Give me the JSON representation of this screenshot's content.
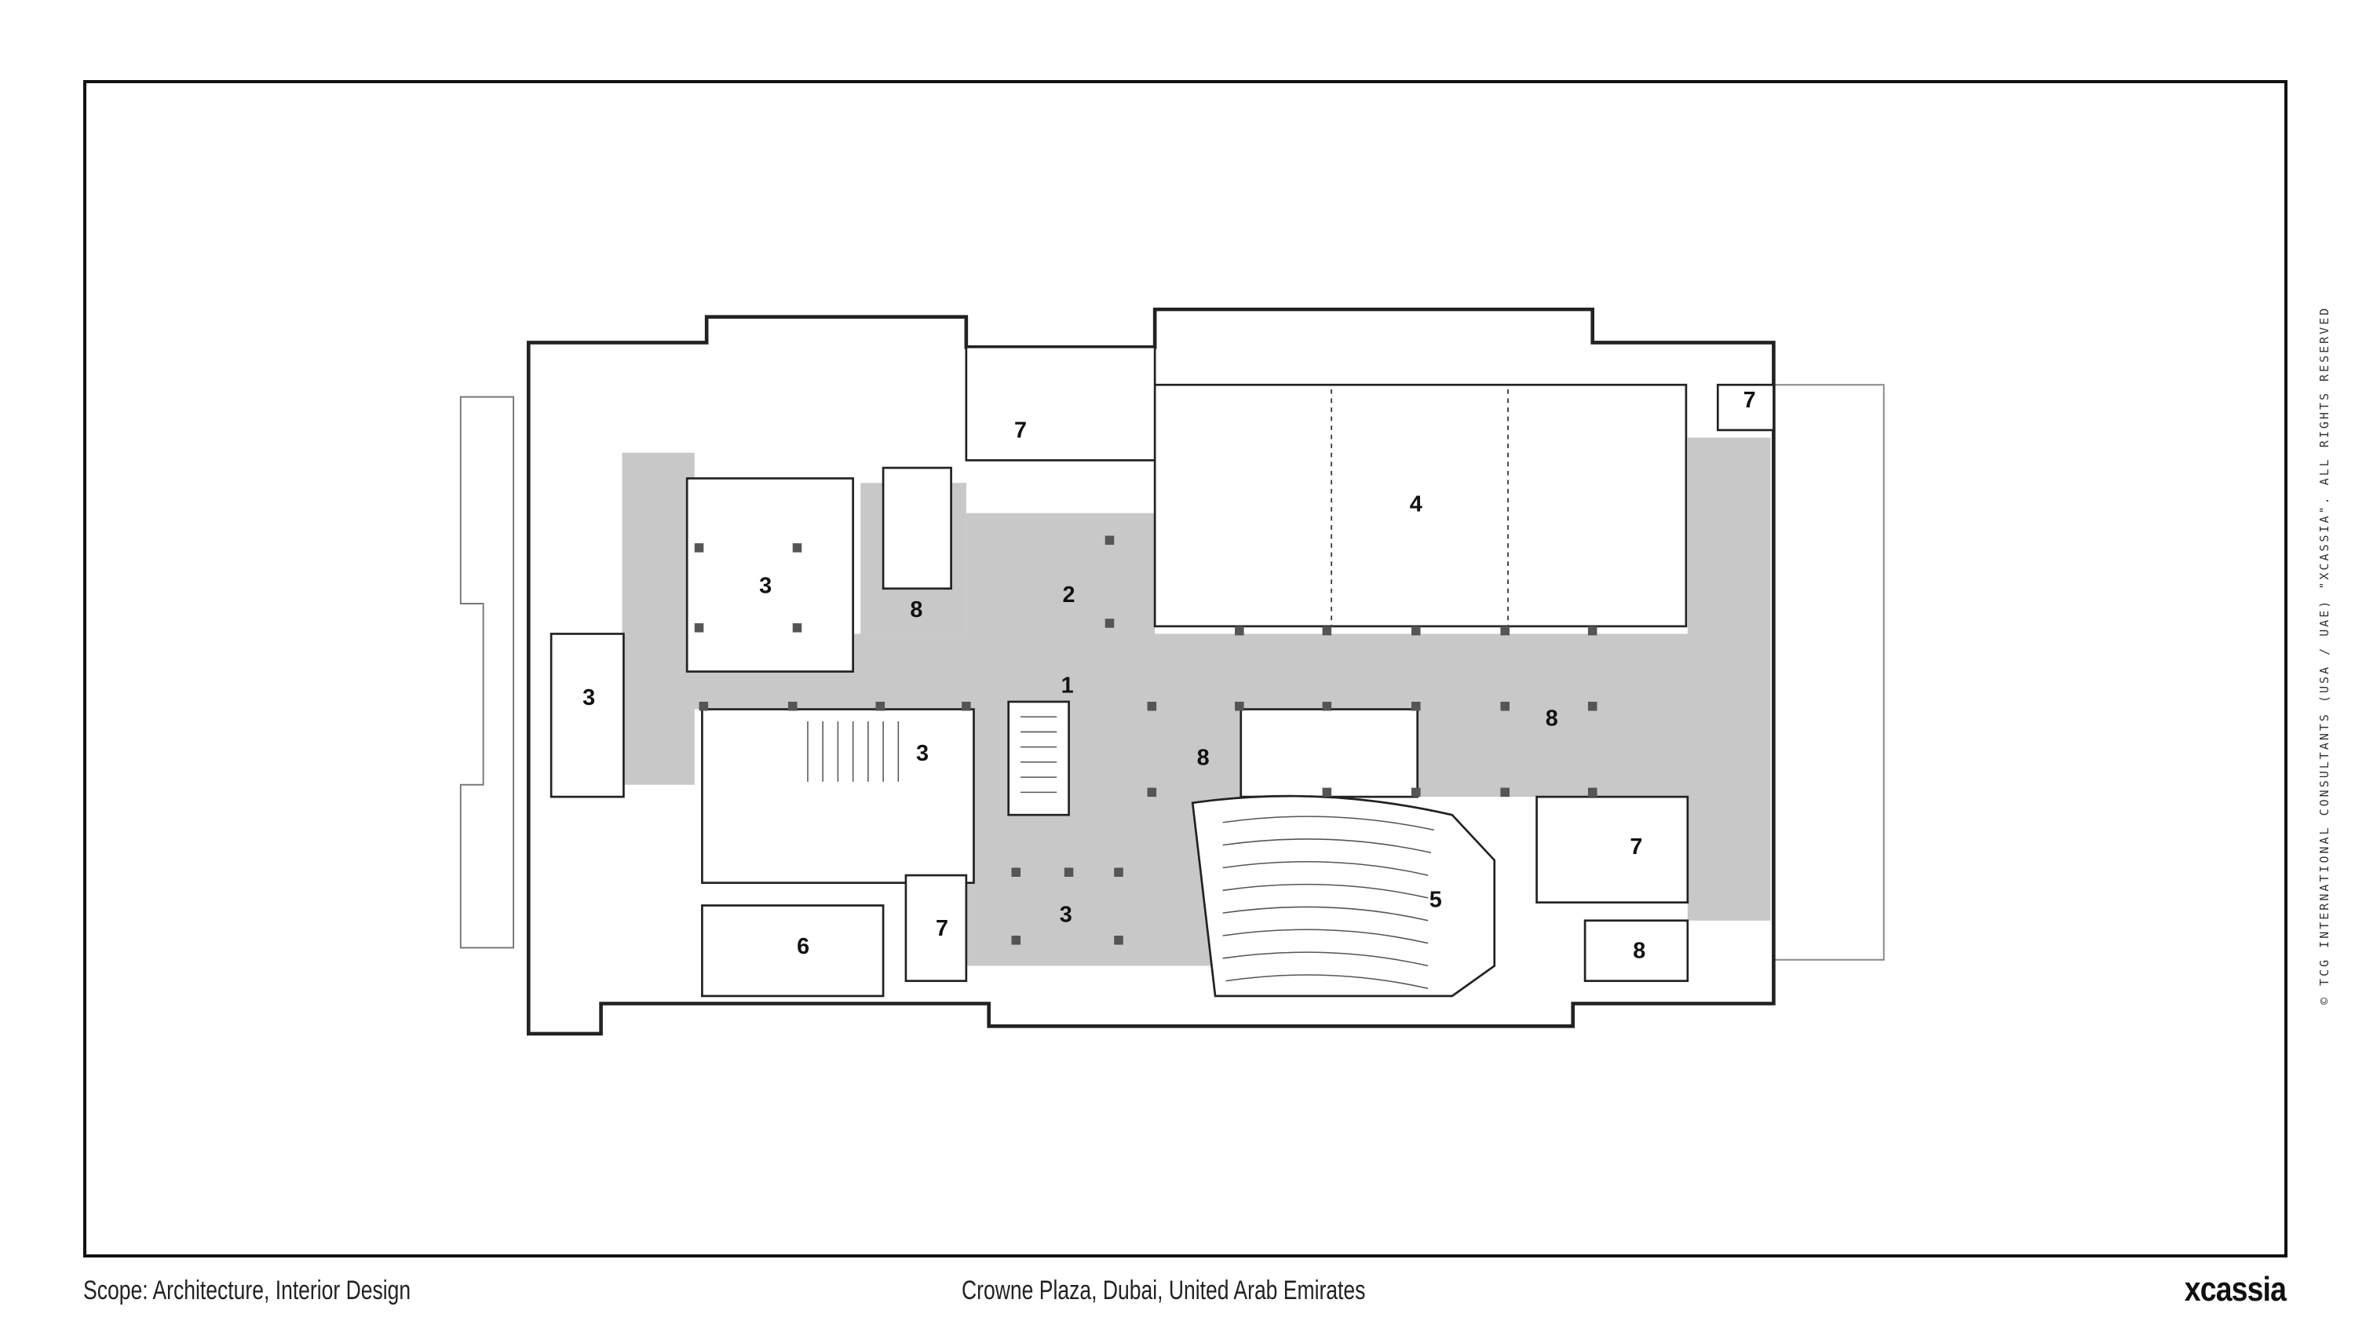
{
  "footer": {
    "scope": "Scope: Architecture, Interior Design",
    "project": "Crowne Plaza, Dubai, United Arab Emirates",
    "logo": "xcassia"
  },
  "copyright": "© TCG INTERNATIONAL CONSULTANTS (USA / UAE) \"XCASSIA\". ALL RIGHTS RESERVED",
  "plan": {
    "rooms": [
      "7",
      "7",
      "4",
      "3",
      "8",
      "2",
      "1",
      "3",
      "3",
      "8",
      "8",
      "7",
      "5",
      "3",
      "6",
      "7",
      "8"
    ]
  },
  "colors": {
    "circulation": "#c8c8c8",
    "wall": "#222222"
  }
}
